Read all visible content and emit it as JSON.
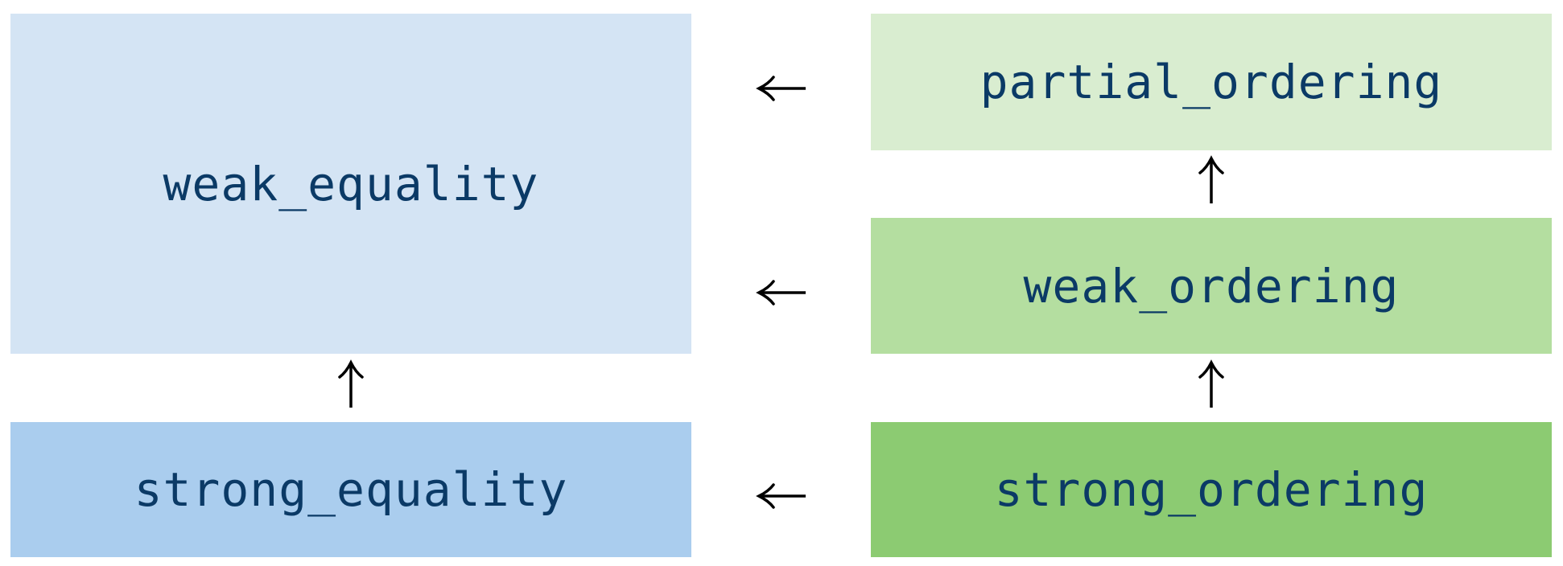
{
  "diagram": {
    "nodes": {
      "weak_equality": {
        "label": "weak_equality",
        "color": "#d4e4f4"
      },
      "strong_equality": {
        "label": "strong_equality",
        "color": "#aacdee"
      },
      "partial_ordering": {
        "label": "partial_ordering",
        "color": "#d9edd0"
      },
      "weak_ordering": {
        "label": "weak_ordering",
        "color": "#b4dea0"
      },
      "strong_ordering": {
        "label": "strong_ordering",
        "color": "#8ccb72"
      }
    },
    "text_color": "#0b3a66",
    "edges": [
      {
        "from": "strong_equality",
        "to": "weak_equality",
        "direction": "up"
      },
      {
        "from": "weak_ordering",
        "to": "partial_ordering",
        "direction": "up"
      },
      {
        "from": "strong_ordering",
        "to": "weak_ordering",
        "direction": "up"
      },
      {
        "from": "partial_ordering",
        "to": "weak_equality",
        "direction": "left"
      },
      {
        "from": "weak_ordering",
        "to": "weak_equality",
        "direction": "left"
      },
      {
        "from": "strong_ordering",
        "to": "strong_equality",
        "direction": "left"
      }
    ]
  }
}
